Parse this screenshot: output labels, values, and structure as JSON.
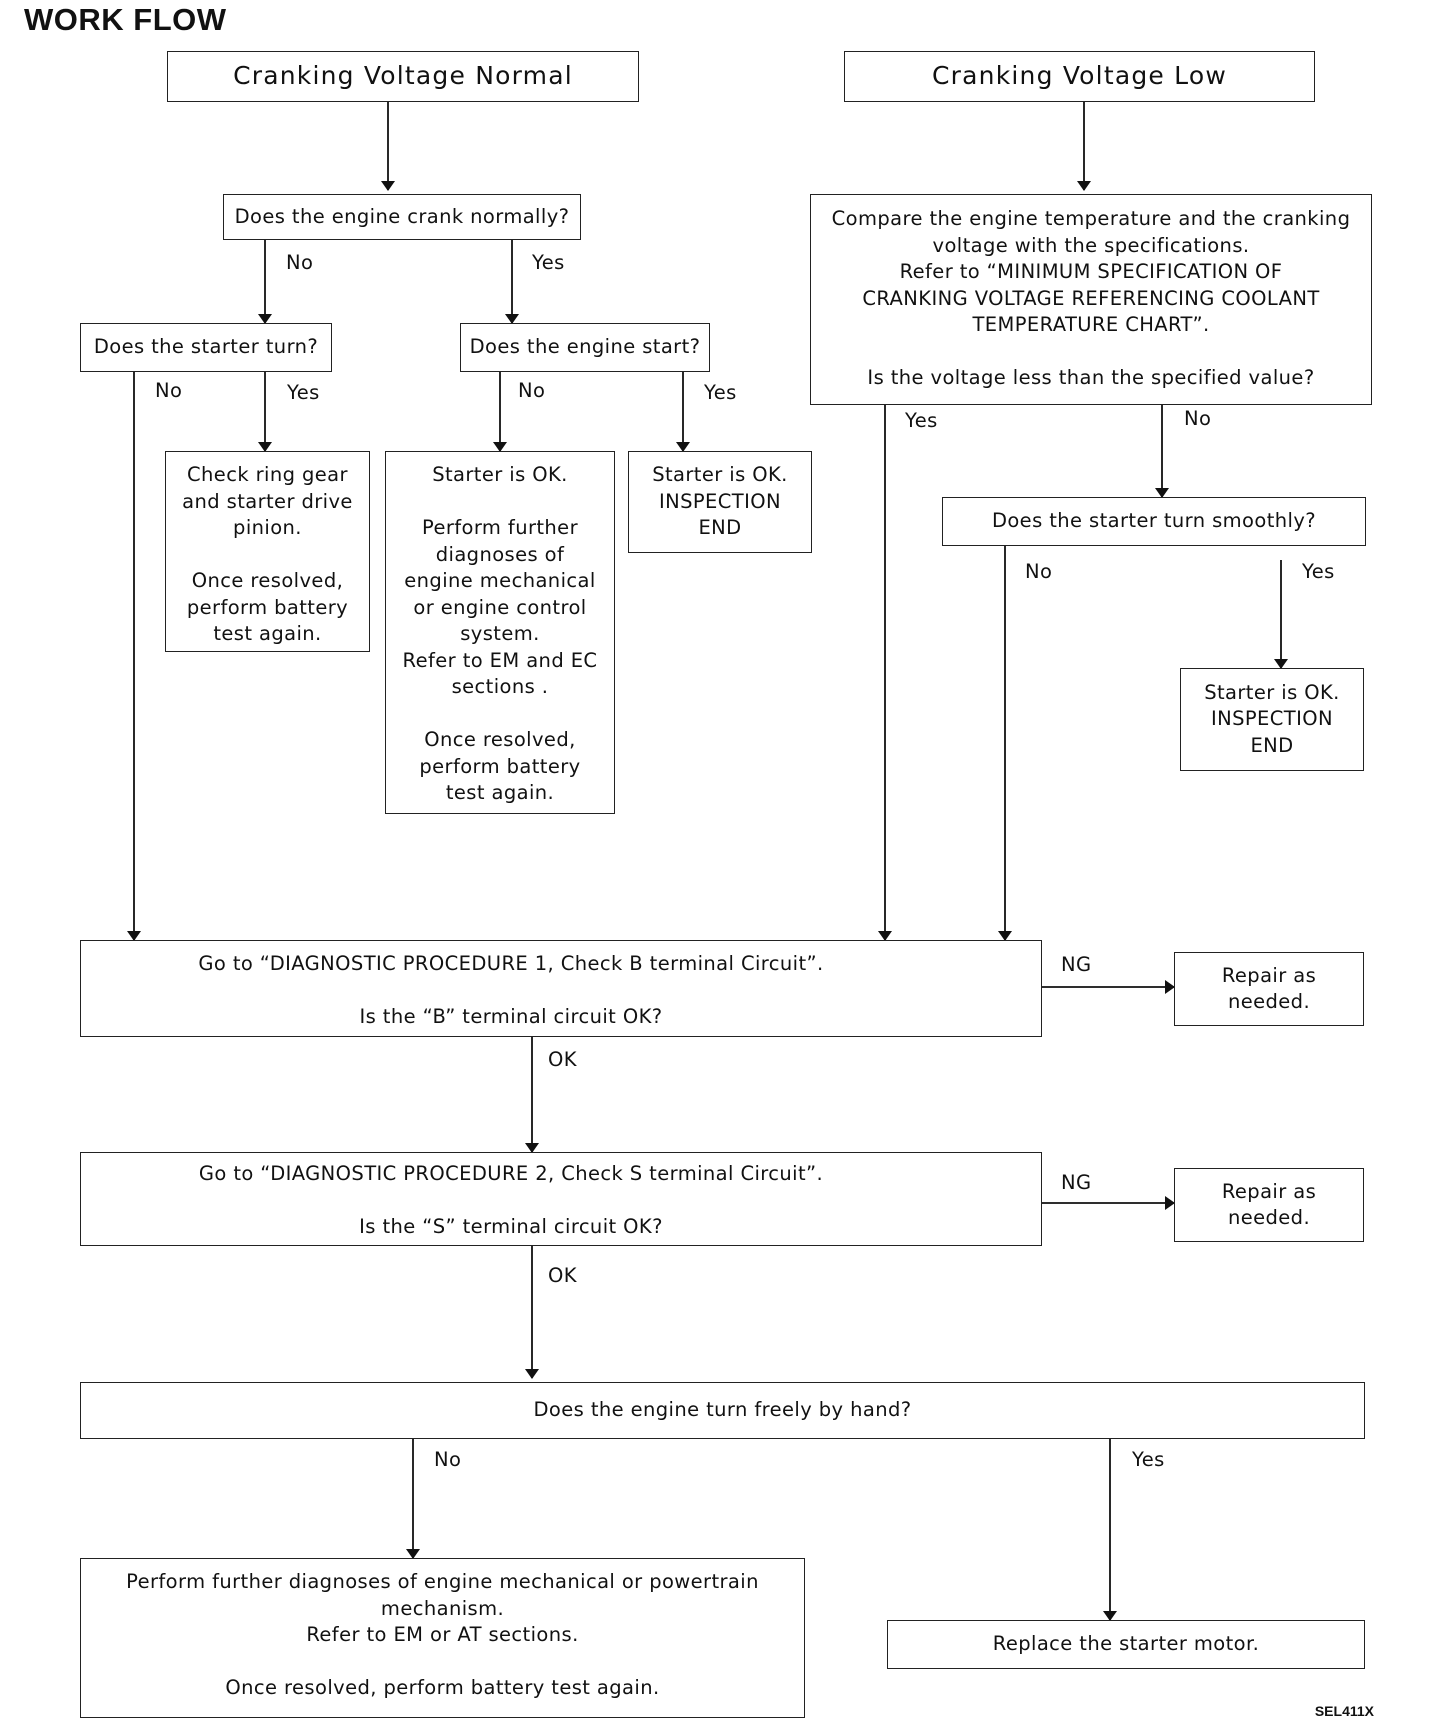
{
  "title": "WORK FLOW",
  "code": "SEL411X",
  "nodes": {
    "normal": "Cranking Voltage Normal",
    "low": "Cranking Voltage Low",
    "crank": "Does the engine crank normally?",
    "compare": "Compare the engine temperature and the cranking\nvoltage with the specifications.\nRefer to “MINIMUM SPECIFICATION OF\nCRANKING VOLTAGE REFERENCING COOLANT\nTEMPERATURE CHART”.\n\nIs the voltage less than the specified value?",
    "starter_turn": "Does the starter turn?",
    "engine_start": "Does the engine start?",
    "ring_gear": "Check ring gear\nand starter drive\npinion.\n\nOnce resolved,\nperform battery\ntest again.",
    "starter_ok_further": "Starter is OK.\n\nPerform further\ndiagnoses of\nengine mechanical\nor engine control\nsystem.\nRefer to EM and EC\nsections .\n\nOnce resolved,\nperform battery\ntest again.",
    "starter_ok_end_1": "Starter is OK.\nINSPECTION\nEND",
    "smooth": "Does the starter turn smoothly?",
    "starter_ok_end_2": "Starter is OK.\nINSPECTION\nEND",
    "proc1": "Go to “DIAGNOSTIC PROCEDURE 1, Check B terminal Circuit”.\n\nIs the “B” terminal circuit OK?",
    "repair1": "Repair as\nneeded.",
    "proc2": "Go to “DIAGNOSTIC PROCEDURE 2, Check S terminal Circuit”.\n\nIs the “S” terminal circuit OK?",
    "repair2": "Repair as\nneeded.",
    "freely": "Does the engine turn freely by hand?",
    "further_powertrain": "Perform further diagnoses of engine mechanical or powertrain\nmechanism.\nRefer to EM or AT sections.\n\nOnce resolved, perform battery test again.",
    "replace": "Replace the starter motor."
  },
  "labels": {
    "crank_no": "No",
    "crank_yes": "Yes",
    "turn_no": "No",
    "turn_yes": "Yes",
    "start_no": "No",
    "start_yes": "Yes",
    "compare_yes": "Yes",
    "compare_no": "No",
    "smooth_no": "No",
    "smooth_yes": "Yes",
    "proc1_ng": "NG",
    "proc1_ok": "OK",
    "proc2_ng": "NG",
    "proc2_ok": "OK",
    "freely_no": "No",
    "freely_yes": "Yes"
  }
}
